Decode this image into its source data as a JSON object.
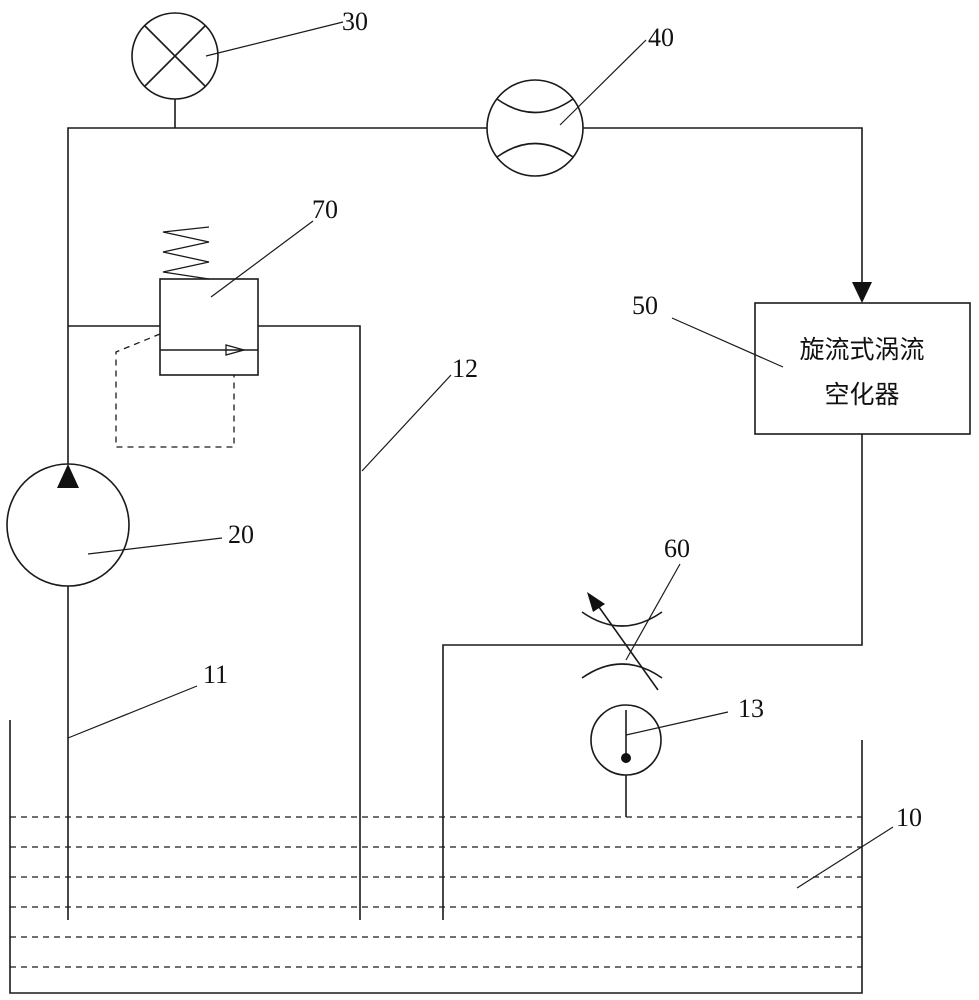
{
  "labels": {
    "tank": "10",
    "suction_line": "11",
    "return_line": "12",
    "thermometer": "13",
    "pump": "20",
    "pressure_gauge": "30",
    "flow_meter": "40",
    "cavitator_ref": "50",
    "throttle_valve": "60",
    "relief_valve": "70"
  },
  "cavitator": {
    "line1": "旋流式涡流",
    "line2": "空化器"
  }
}
